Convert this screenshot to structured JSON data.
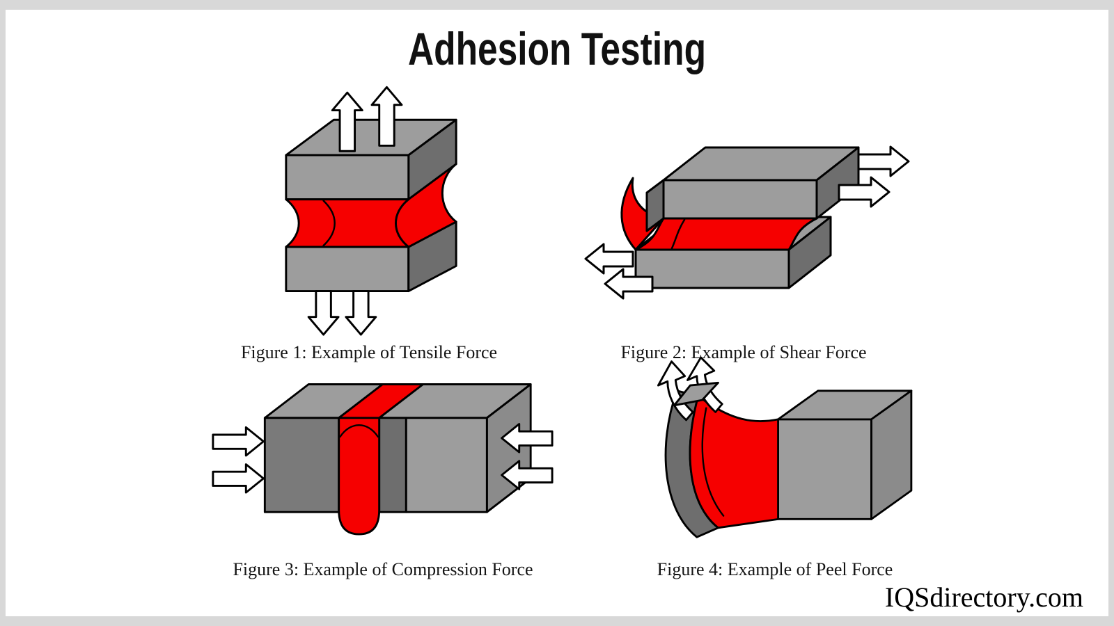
{
  "header": {
    "title": "Adhesion Testing"
  },
  "figures": [
    {
      "caption": "Figure 1: Example of Tensile Force"
    },
    {
      "caption": "Figure 2: Example of Shear Force"
    },
    {
      "caption": "Figure 3: Example of Compression Force"
    },
    {
      "caption": "Figure 4: Example of Peel Force"
    }
  ],
  "footer": {
    "watermark": "IQSdirectory.com"
  },
  "colors": {
    "adhesive_red": "#f60000",
    "block_gray": "#9d9d9d",
    "block_mid_gray": "#8b8b8b",
    "block_dark_gray": "#6e6e6e",
    "outline_black": "#000000",
    "arrow_white": "#ffffff",
    "frame_gray": "#d8d8d8",
    "panel_white": "#ffffff"
  }
}
